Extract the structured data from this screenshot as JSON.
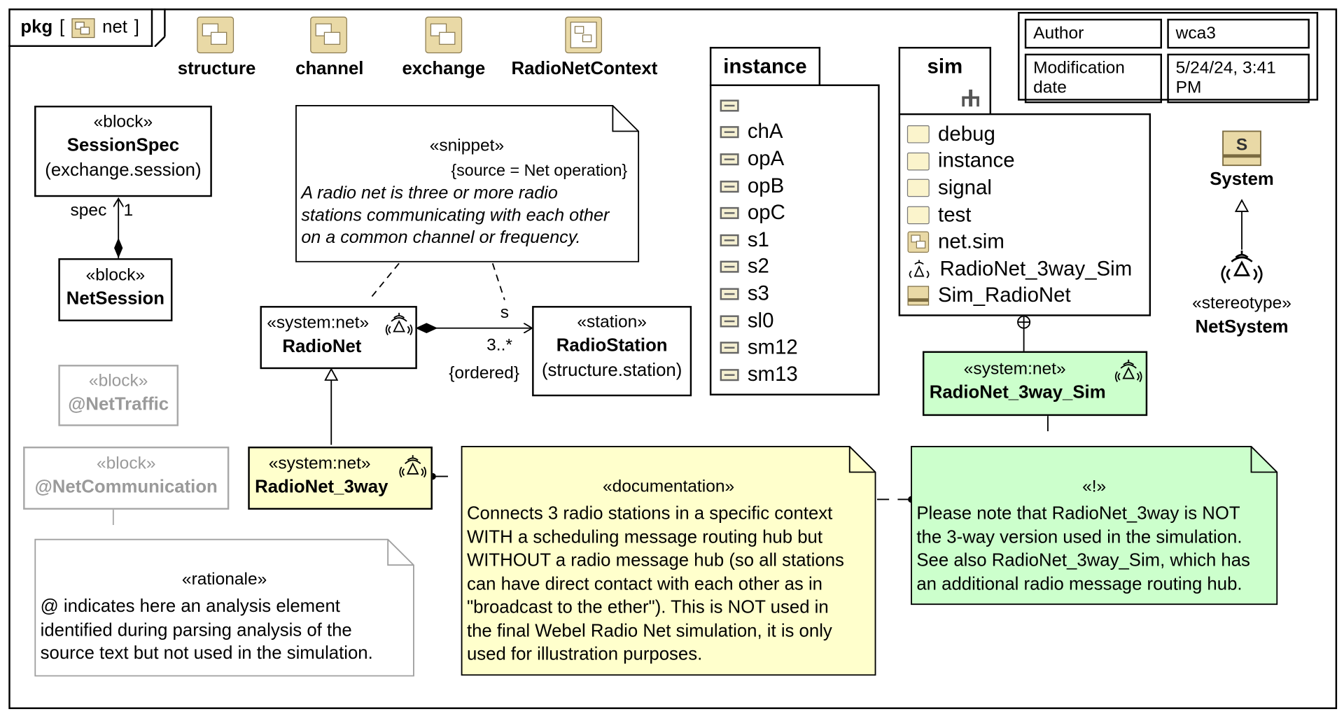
{
  "diagram_header": {
    "kind": "pkg",
    "bracket_open": "[",
    "name": "net",
    "bracket_close": "]"
  },
  "packages": [
    {
      "label": "structure",
      "icon": "package-icon"
    },
    {
      "label": "channel",
      "icon": "package-icon"
    },
    {
      "label": "exchange",
      "icon": "package-icon"
    },
    {
      "label": "RadioNetContext",
      "icon": "context-diagram-icon"
    }
  ],
  "meta_table": {
    "author_label": "Author",
    "author_value": "wca3",
    "date_label": "Modification date",
    "date_value": "5/24/24, 3:41 PM"
  },
  "session_spec": {
    "stereotype": "«block»",
    "name": "SessionSpec",
    "type": "(exchange.session)"
  },
  "net_session": {
    "stereotype": "«block»",
    "name": "NetSession"
  },
  "spec_assoc": {
    "role": "spec",
    "multiplicity": "1"
  },
  "snippet_note": {
    "stereotype": "«snippet»",
    "tag": "{source = Net operation}",
    "text_lines": [
      "A radio net is three or more radio",
      "stations communicating with each other",
      "on a common channel or frequency."
    ]
  },
  "radionet": {
    "stereotype": "«system:net»",
    "name": "RadioNet"
  },
  "radio_station": {
    "stereotype": "«station»",
    "name": "RadioStation",
    "type": "(structure.station)"
  },
  "station_assoc": {
    "role": "s",
    "multiplicity": "3..*",
    "constraint": "{ordered}"
  },
  "net_traffic": {
    "stereotype": "«block»",
    "name": "@NetTraffic"
  },
  "net_communication": {
    "stereotype": "«block»",
    "name": "@NetCommunication"
  },
  "radionet_3way": {
    "stereotype": "«system:net»",
    "name": "RadioNet_3way"
  },
  "rationale_note": {
    "stereotype": "«rationale»",
    "text_lines": [
      "@ indicates here an analysis element",
      "identified during parsing analysis of the",
      "source text but not used in the simulation."
    ]
  },
  "documentation_note": {
    "stereotype": "«documentation»",
    "text_lines": [
      "Connects 3 radio stations in a specific context",
      "WITH a scheduling message routing hub but",
      "WITHOUT a radio message hub (so all stations",
      "can have direct contact with each other as in",
      "\"broadcast to the ether\"). This is NOT used in",
      "the final Webel Radio Net simulation, it is only",
      "used for illustration purposes."
    ]
  },
  "instance_pkg": {
    "title": "instance",
    "items": [
      "",
      "chA",
      "opA",
      "opB",
      "opC",
      "s1",
      "s2",
      "s3",
      "sl0",
      "sm12",
      "sm13"
    ]
  },
  "sim_pkg": {
    "title": "sim",
    "items": [
      {
        "label": "debug",
        "icon": "folder-icon"
      },
      {
        "label": "instance",
        "icon": "folder-icon"
      },
      {
        "label": "signal",
        "icon": "folder-icon"
      },
      {
        "label": "test",
        "icon": "folder-icon"
      },
      {
        "label": "net.sim",
        "icon": "package-icon"
      },
      {
        "label": "RadioNet_3way_Sim",
        "icon": "radio-net-icon"
      },
      {
        "label": "Sim_RadioNet",
        "icon": "simulation-config-icon"
      }
    ]
  },
  "radionet_3way_sim": {
    "stereotype": "«system:net»",
    "name": "RadioNet_3way_Sim"
  },
  "important_note": {
    "stereotype": "«!»",
    "text_lines": [
      "Please note that RadioNet_3way is NOT",
      "the 3-way version used in the simulation.",
      "See also RadioNet_3way_Sim, which has",
      "an additional radio message routing hub."
    ]
  },
  "system_el": {
    "name": "System",
    "icon_letter": "S"
  },
  "net_system": {
    "stereotype": "«stereotype»",
    "name": "NetSystem"
  },
  "colors": {
    "yellow_fill": "#ffffcc",
    "green_fill": "#ccffcc",
    "grey_line": "#a8a8a8",
    "package_fill": "#e9d9a6"
  }
}
